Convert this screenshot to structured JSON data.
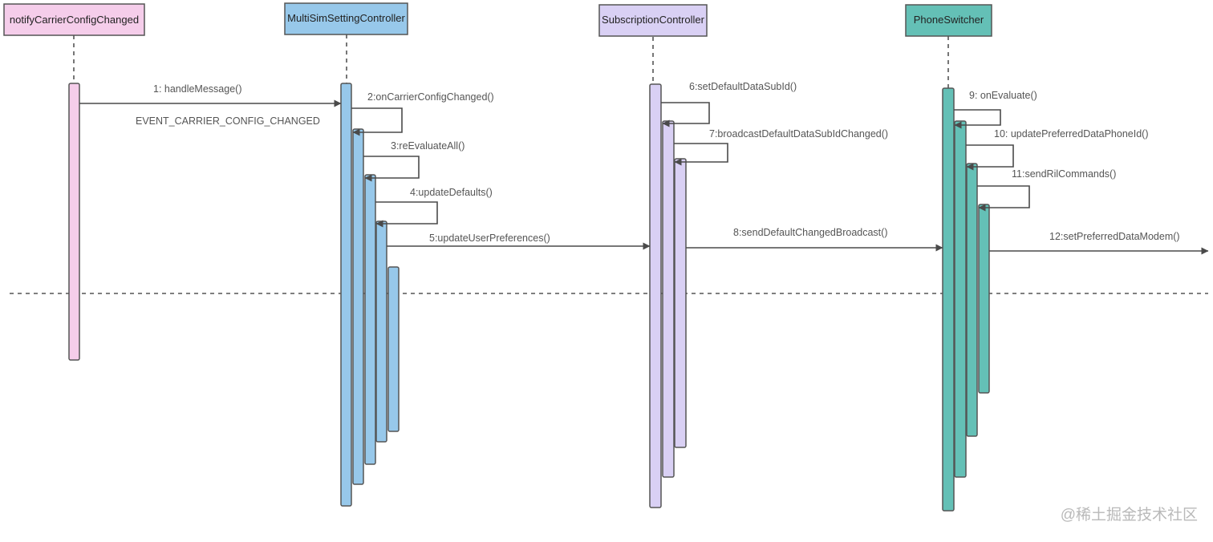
{
  "participants": [
    {
      "label": "notifyCarrierConfigChanged",
      "color": "#f5cdea"
    },
    {
      "label": "MultiSimSettingController",
      "color": "#97c8ea"
    },
    {
      "label": "SubscriptionController",
      "color": "#d9d0f4"
    },
    {
      "label": "PhoneSwitcher",
      "color": "#64c0b6"
    }
  ],
  "messages": [
    {
      "label": "1: handleMessage()"
    },
    {
      "label": "2:onCarrierConfigChanged()"
    },
    {
      "label": "3:reEvaluateAll()"
    },
    {
      "label": "4:updateDefaults()"
    },
    {
      "label": "5:updateUserPreferences()"
    },
    {
      "label": "6:setDefaultDataSubId()"
    },
    {
      "label": "7:broadcastDefaultDataSubIdChanged()"
    },
    {
      "label": "8:sendDefaultChangedBroadcast()"
    },
    {
      "label": "9: onEvaluate()"
    },
    {
      "label": "10: updatePreferredDataPhoneId()"
    },
    {
      "label": "11:sendRilCommands()"
    },
    {
      "label": "12:setPreferredDataModem()"
    }
  ],
  "note": "EVENT_CARRIER_CONFIG_CHANGED",
  "watermark": "@稀土掘金技术社区",
  "colors": {
    "line": "#4a4a4a",
    "border": "#555555"
  }
}
